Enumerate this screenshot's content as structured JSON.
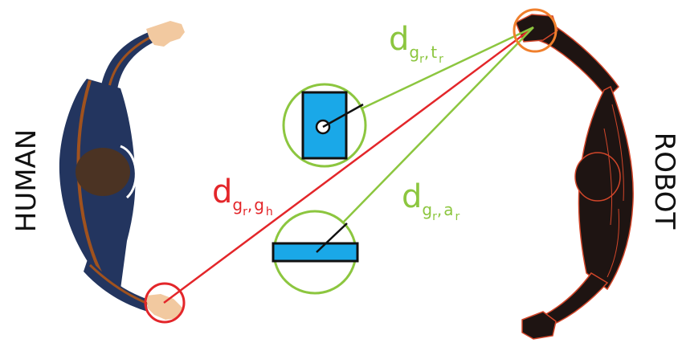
{
  "labels": {
    "human": "HUMAN",
    "robot": "ROBOT"
  },
  "distances": {
    "gr_tr": {
      "base": "d",
      "sub1": "g",
      "sub1sub": "r",
      "sep": ",",
      "sub2": "t",
      "sub2sub": "r"
    },
    "gr_gh": {
      "base": "d",
      "sub1": "g",
      "sub1sub": "r",
      "sep": ",",
      "sub2": "g",
      "sub2sub": "h"
    },
    "gr_ar": {
      "base": "d",
      "sub1": "g",
      "sub1sub": "r",
      "sep": ",",
      "sub2": "a",
      "sub2sub": "r"
    }
  },
  "colors": {
    "red": "#e3262a",
    "green": "#8cc63f",
    "orange": "#f07f2c",
    "cyan": "#1aa8e8",
    "human_suit": "#23355f",
    "human_stripe": "#a0521e",
    "skin": "#f2c9a0",
    "hair": "#4b3323",
    "robot_body": "#1e1412",
    "robot_line": "#d2462a"
  }
}
